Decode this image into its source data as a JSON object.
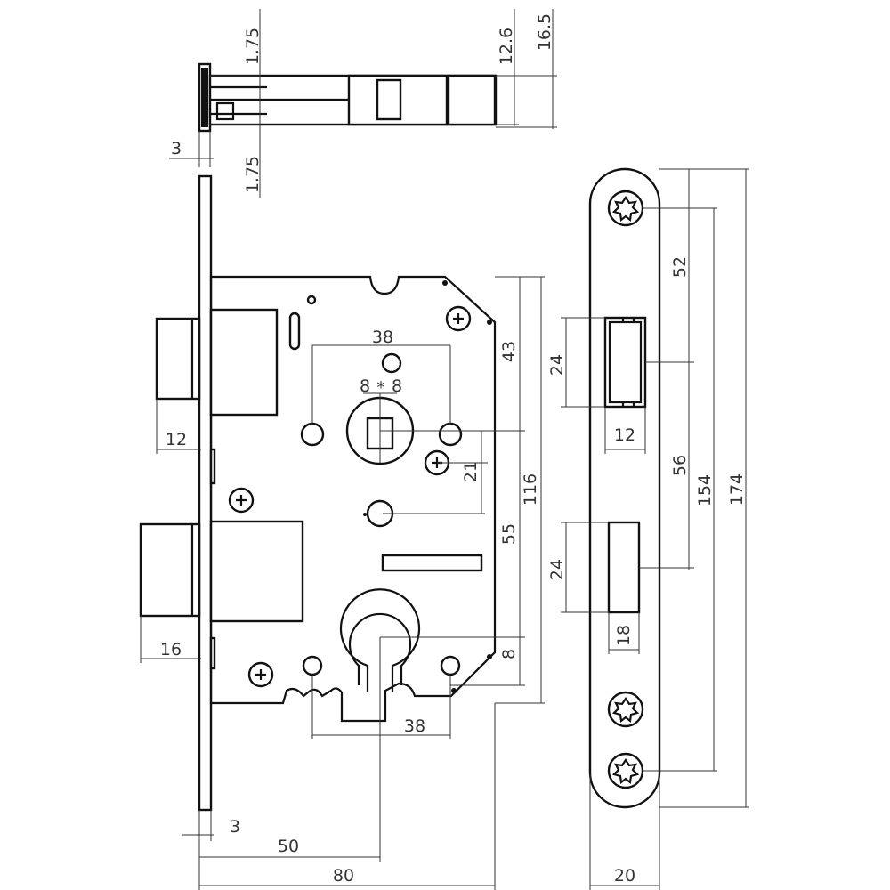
{
  "diagram": {
    "top_view": {
      "dims": {
        "thick_top": "1.75",
        "thick_bottom": "1.75",
        "plate": "3",
        "bolt_h": "12.6",
        "total_h": "16.5"
      }
    },
    "lock_body": {
      "dims": {
        "spindle_spacing": "38",
        "spindle_half_left": "8",
        "spindle_half_right": "8",
        "spindle_marker": "*",
        "top_to_spindle": "43",
        "spindle_to_screw": "21",
        "spindle_to_cylinder": "55",
        "body_height": "116",
        "bottom_offset": "8",
        "latch_depth": "12",
        "bolt_depth": "16",
        "bottom_spacing": "38",
        "forend": "3",
        "backset": "50",
        "body_width": "80"
      }
    },
    "strike_plate": {
      "dims": {
        "top_to_latch": "52",
        "latch_height": "24",
        "latch_width": "12",
        "latch_to_bolt": "56",
        "bolt_height": "24",
        "bolt_width": "18",
        "hole_spacing": "154",
        "total_height": "174",
        "plate_width": "20"
      }
    }
  }
}
